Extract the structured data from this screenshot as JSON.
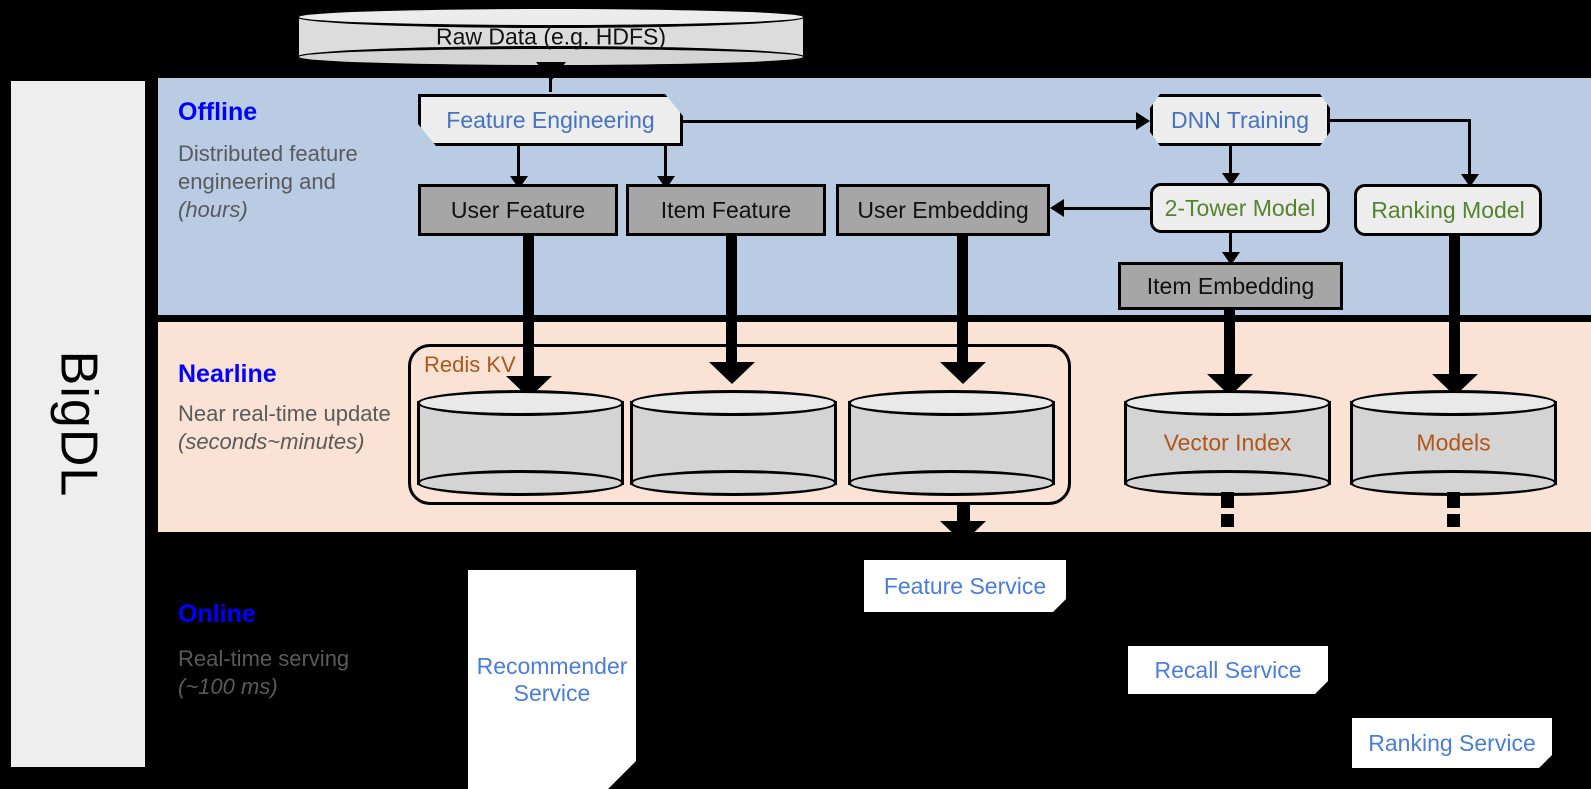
{
  "platform": {
    "name": "BigDL"
  },
  "source": {
    "label": "Raw Data (e.g. HDFS)"
  },
  "bands": [
    {
      "id": "offline",
      "title": "Offline",
      "description": "Distributed feature engineering and ",
      "description_italic": "(hours)",
      "bg_color": "#b9cce4"
    },
    {
      "id": "nearline",
      "title": "Nearline",
      "description": "Near real-time update ",
      "description_italic": "(seconds~minutes)",
      "bg_color": "#fae3d4"
    },
    {
      "id": "online",
      "title": "Online",
      "description": "Real-time serving ",
      "description_italic": "(~100 ms)",
      "bg_color": "#000000"
    }
  ],
  "offline": {
    "feature_engineering": "Feature Engineering",
    "dnn_training": "DNN Training",
    "user_feature": "User Feature",
    "item_feature": "Item Feature",
    "user_embedding": "User Embedding",
    "two_tower_model": "2-Tower Model",
    "ranking_model": "Ranking Model",
    "item_embedding": "Item Embedding"
  },
  "nearline": {
    "redis_group_label": "Redis KV",
    "stores": [
      "",
      "",
      ""
    ],
    "vector_index": "Vector Index",
    "models": "Models"
  },
  "online": {
    "recommender_service": "Recommender Service",
    "feature_service": "Feature Service",
    "recall_service": "Recall Service",
    "ranking_service": "Ranking Service"
  },
  "colors": {
    "label_blue": "#0000ff",
    "text_gray": "#5a5a5a",
    "process_blue": "#4472c4",
    "model_green": "#54842f",
    "store_brown": "#b0561b",
    "service_blue": "#4a7ddc",
    "box_gray": "#a6a6a6"
  }
}
